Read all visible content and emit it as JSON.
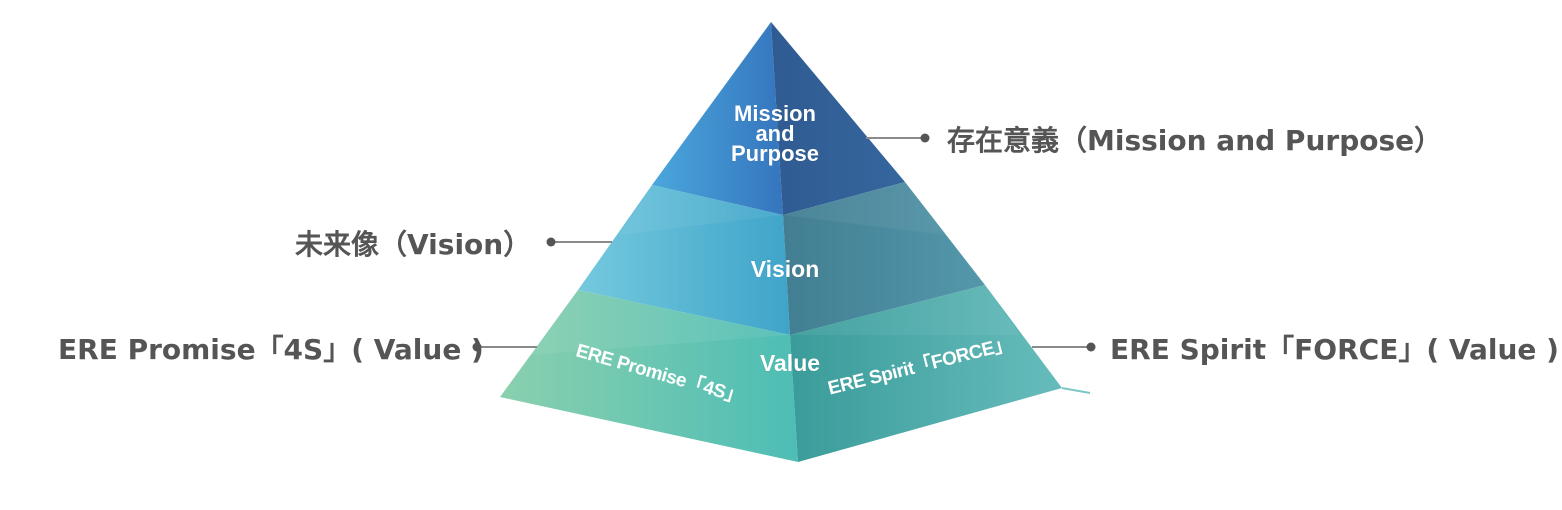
{
  "diagram": {
    "type": "pyramid",
    "levels": [
      {
        "id": "mission",
        "inner_label_lines": [
          "Mission",
          "and",
          "Purpose"
        ],
        "callout": "存在意義（Mission and Purpose）",
        "callout_side": "right",
        "colors": {
          "left": "#3a86c8",
          "right": "#2f5f95",
          "left_light": "#4aa7dc"
        }
      },
      {
        "id": "vision",
        "inner_label": "Vision",
        "callout": "未来像（Vision）",
        "callout_side": "left",
        "colors": {
          "left": "#5bbad6",
          "right": "#468597",
          "left_light": "#6fc6dc"
        }
      },
      {
        "id": "value",
        "inner_label": "Value",
        "left_face_label": "ERE Promise「4S」",
        "right_face_label": "ERE Spirit「FORCE」",
        "callouts": [
          {
            "text": "ERE Promise「4S」( Value )",
            "side": "left"
          },
          {
            "text": "ERE Spirit「FORCE」( Value )",
            "side": "right"
          }
        ],
        "colors": {
          "left": "#5cc2b0",
          "right": "#3fa5a1",
          "left_light": "#86cfb0"
        }
      }
    ],
    "callout_line_color": "#8a8a8a",
    "callout_dot_color": "#555555",
    "callout_text_color": "#555555"
  }
}
